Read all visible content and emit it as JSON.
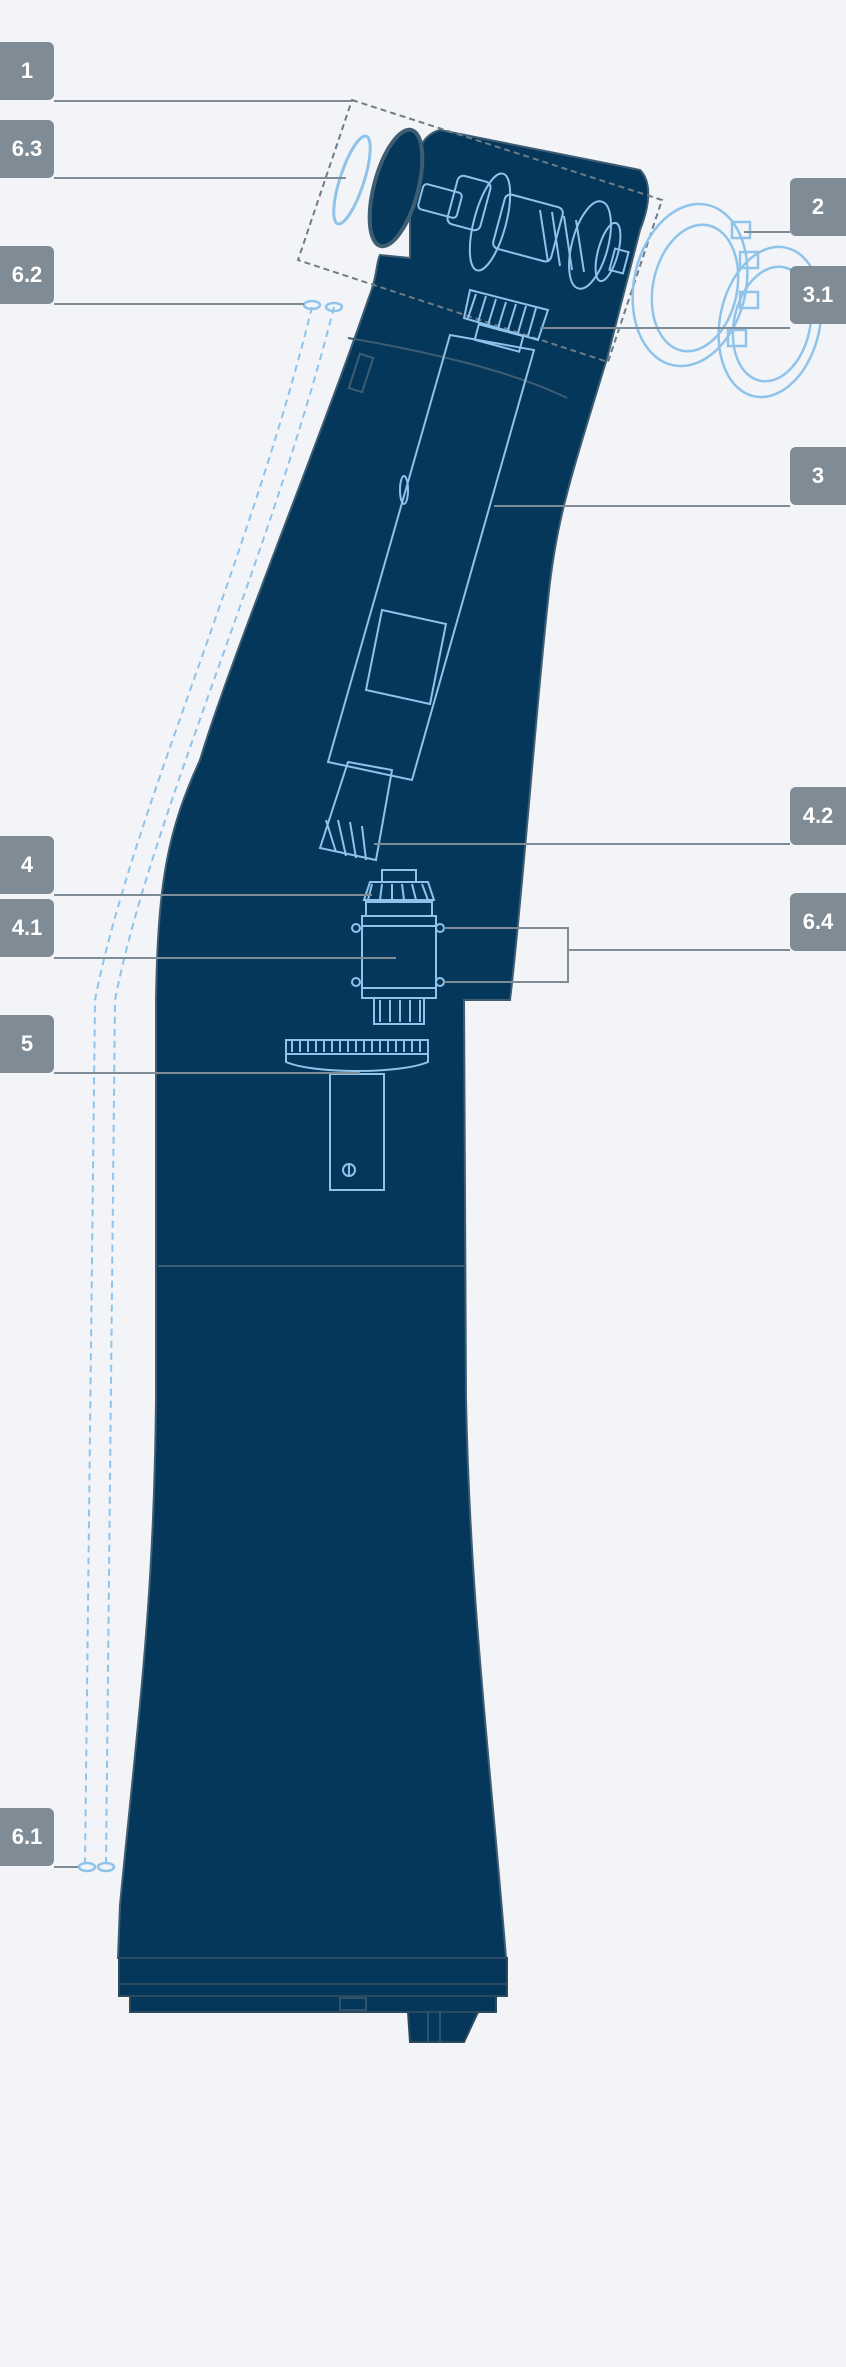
{
  "diagram": {
    "colors": {
      "background": "#f2f4f8",
      "body_fill": "#05375a",
      "body_outline": "#3d5d73",
      "part_stroke": "#8fc3ea",
      "leader_line": "#7f8c96",
      "label_fill": "#7f8c96",
      "label_text": "#ffffff",
      "dashed_box": "#6f7c86",
      "dashed_path": "#8fc3ea"
    },
    "icons": {
      "o_ring": "o-ring-icon",
      "seal": "seal-icon"
    },
    "callouts": {
      "c1": "1",
      "c6_3": "6.3",
      "c6_2": "6.2",
      "c2": "2",
      "c3_1": "3.1",
      "c3": "3",
      "c4_2": "4.2",
      "c4": "4",
      "c4_1": "4.1",
      "c6_4": "6.4",
      "c5": "5",
      "c6_1": "6.1"
    }
  }
}
